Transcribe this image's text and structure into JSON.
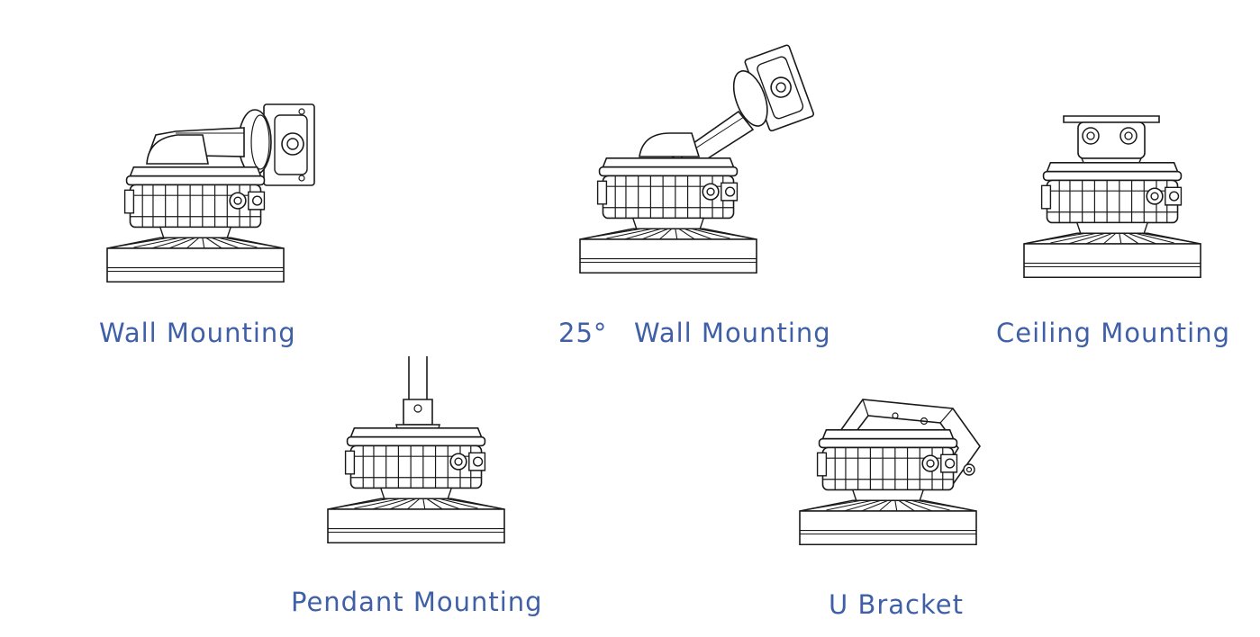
{
  "captions": {
    "wall": "Wall Mounting",
    "wall25_angle": "25°",
    "wall25_label": "Wall Mounting",
    "ceiling": "Ceiling Mounting",
    "pendant": "Pendant Mounting",
    "ubracket": "U Bracket"
  },
  "colors": {
    "caption": "#3f5fa6",
    "line": "#1a1a1a"
  }
}
